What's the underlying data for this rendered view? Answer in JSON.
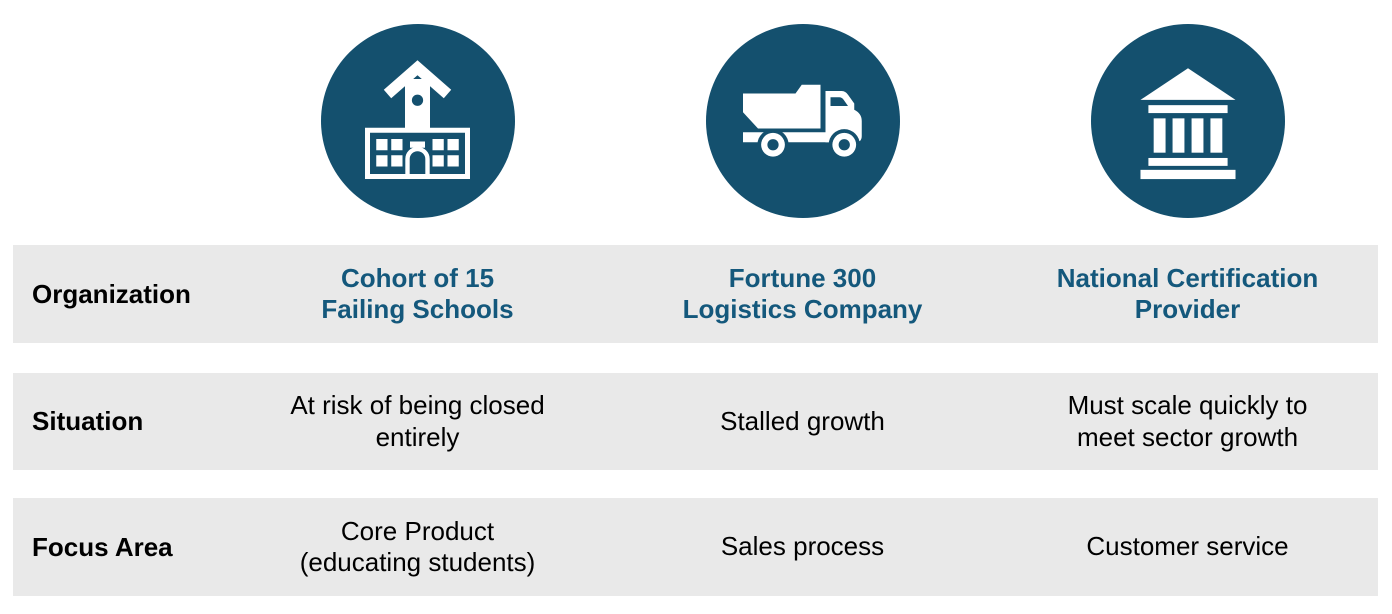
{
  "colors": {
    "icon_circle": "#14506E",
    "organization_heading_text": "#14587C",
    "band_background": "#E9E9E9",
    "label_text": "#000000",
    "body_text": "#000000"
  },
  "row_labels": {
    "organization": "Organization",
    "situation": "Situation",
    "focus_area": "Focus Area"
  },
  "columns": [
    {
      "icon": "school-building-icon",
      "organization": "Cohort of 15\nFailing Schools",
      "situation": "At risk of being closed\nentirely",
      "focus_area": "Core Product\n(educating students)"
    },
    {
      "icon": "dump-truck-icon",
      "organization": "Fortune 300\nLogistics Company",
      "situation": "Stalled growth",
      "focus_area": "Sales process"
    },
    {
      "icon": "bank-building-icon",
      "organization": "National Certification\nProvider",
      "situation": "Must scale quickly to\nmeet sector growth",
      "focus_area": "Customer service"
    }
  ]
}
